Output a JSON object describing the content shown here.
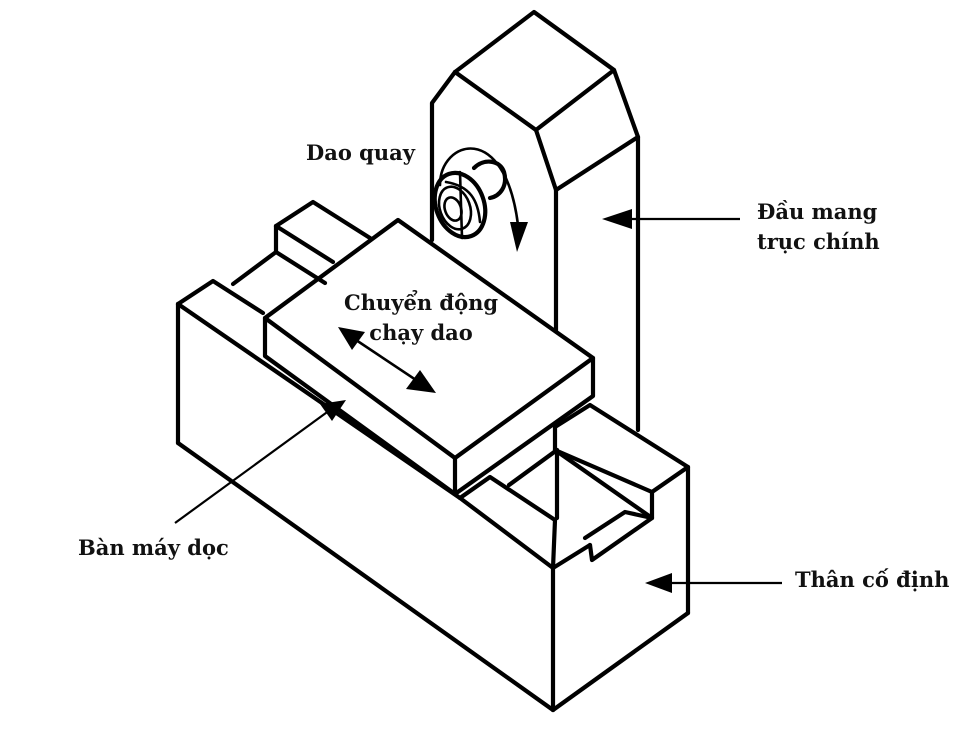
{
  "diagram": {
    "title": "Sơ đồ máy phay",
    "line_color": "#000000",
    "background_color": "#ffffff",
    "labels": {
      "rotating_cutter": "Dao quay",
      "spindle_head_line1": "Đầu mang",
      "spindle_head_line2": "trục chính",
      "feed_motion_line1": "Chuyển động",
      "feed_motion_line2": "chạy dao",
      "longitudinal_table": "Bàn máy dọc",
      "fixed_body": "Thân cố định"
    },
    "parts": [
      "spindle-head",
      "rotating-cutter",
      "work-table",
      "longitudinal-slide",
      "fixed-base"
    ]
  }
}
